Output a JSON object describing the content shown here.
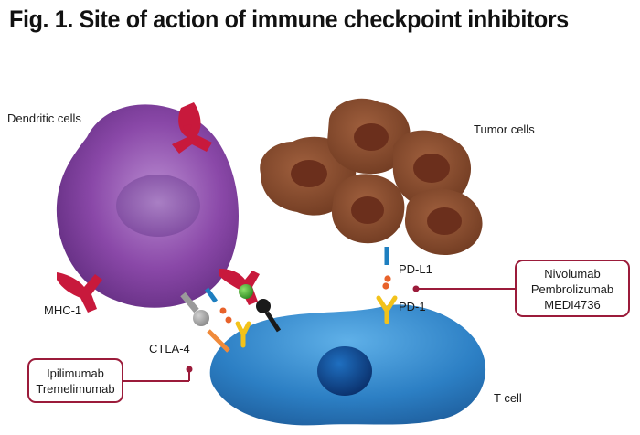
{
  "title": "Fig. 1. Site of action of immune checkpoint inhibitors",
  "labels": {
    "dendritic": "Dendritic cells",
    "tumor": "Tumor cells",
    "mhc": "MHC-1",
    "ctla4": "CTLA-4",
    "pdl1": "PD-L1",
    "pd1": "PD-1",
    "tcell": "T cell"
  },
  "drug_boxes": {
    "pd1_inhibitors": [
      "Nivolumab",
      "Pembrolizumab",
      "MEDI4736"
    ],
    "ctla4_inhibitors": [
      "Ipilimumab",
      "Tremelimumab"
    ]
  },
  "colors": {
    "dendritic_cell": "#7d3a96",
    "tumor_cell": "#8a4a2e",
    "t_cell": "#2f7fc9",
    "receptor_red": "#c8193c",
    "pd1_yellow": "#f3c21a",
    "box_border": "#9b1b3a"
  }
}
